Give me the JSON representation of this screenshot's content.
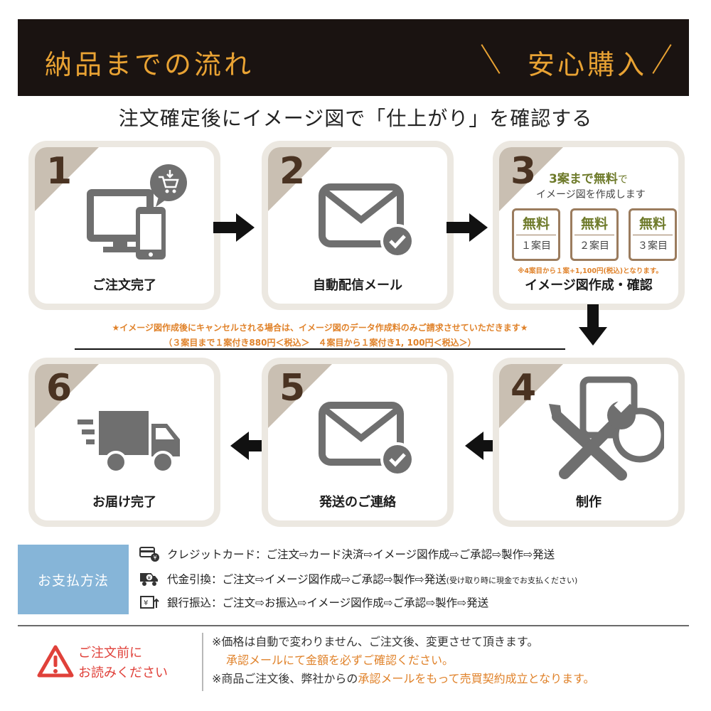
{
  "header": {
    "title": "納品までの流れ",
    "badge": "安心購入"
  },
  "subtitle": "注文確定後にイメージ図で「仕上がり」を確認する",
  "steps": [
    {
      "num": "1",
      "label": "ご注文完了",
      "icon": "computer-phone-cart-icon"
    },
    {
      "num": "2",
      "label": "自動配信メール",
      "icon": "mail-check-icon"
    },
    {
      "num": "3",
      "label": "イメージ図作成・確認",
      "icon": "free-proof-boxes"
    },
    {
      "num": "4",
      "label": "制作",
      "icon": "tools-icon"
    },
    {
      "num": "5",
      "label": "発送のご連絡",
      "icon": "mail-check-icon"
    },
    {
      "num": "6",
      "label": "お届け完了",
      "icon": "truck-icon"
    }
  ],
  "step3": {
    "free_head": "3案まで無料",
    "free_tail": "で",
    "make": "イメージ図を作成します",
    "boxes": [
      {
        "free": "無料",
        "nth": "１案目"
      },
      {
        "free": "無料",
        "nth": "２案目"
      },
      {
        "free": "無料",
        "nth": "３案目"
      }
    ],
    "note": "※4案目から１案+1,100円(税込)となります。"
  },
  "cancel_note": {
    "line1": "★イメージ図作成後にキャンセルされる場合は、イメージ図のデータ作成料のみご請求させていただきます★",
    "line2": "（３案目まで１案付き880円＜税込＞　４案目から１案付き1, 100円＜税込＞）"
  },
  "payment": {
    "label": "お支払方法",
    "rows": [
      {
        "icon": "credit-card-icon",
        "text": "クレジットカード：ご注文⇨カード決済⇨イメージ図作成⇨ご承認⇨製作⇨発送",
        "small": ""
      },
      {
        "icon": "cod-truck-icon",
        "text": "代金引換：ご注文⇨イメージ図作成⇨ご承認⇨製作⇨発送",
        "small": "(受け取り時に現金でお支払ください)"
      },
      {
        "icon": "bank-transfer-icon",
        "text": "銀行振込：ご注文⇨お振込⇨イメージ図作成⇨ご承認⇨製作⇨発送",
        "small": ""
      }
    ]
  },
  "warning": {
    "line1": "ご注文前に",
    "line2": "お読みください"
  },
  "notes": {
    "line1": "※価格は自動で変わりません、ご注文後、変更させて頂きます。",
    "line2": "承認メールにて金額を必ずご確認ください。",
    "line3_a": "※商品ご注文後、弊社からの",
    "line3_b": "承認メールをもって売買契約成立となります。"
  },
  "colors": {
    "header_bg": "#1a1311",
    "header_text": "#e8a233",
    "card_border": "#ece8e1",
    "corner": "#c9bfb2",
    "number": "#4a3322",
    "icon_gray": "#6f6f6f",
    "free_green": "#6e7a2a",
    "orange": "#e0822a",
    "payment_blue": "#86b5d8",
    "warning_red": "#e0413a"
  }
}
